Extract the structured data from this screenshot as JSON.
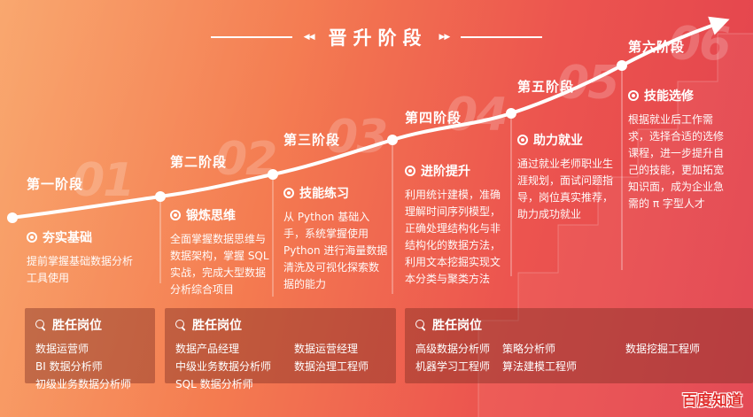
{
  "header": {
    "deco_left": "◀◀",
    "title": "晋升阶段",
    "deco_right": "▶▶"
  },
  "stages": [
    {
      "number": "01",
      "title": "第一阶段",
      "subtitle": "夯实基础",
      "desc": "提前掌握基础数据分析工具使用"
    },
    {
      "number": "02",
      "title": "第二阶段",
      "subtitle": "锻炼思维",
      "desc": "全面掌握数据思维与数据架构，掌握 SQL 实战，完成大型数据分析综合项目"
    },
    {
      "number": "03",
      "title": "第三阶段",
      "subtitle": "技能练习",
      "desc": "从 Python 基础入手，系统掌握使用 Python 进行海量数据清洗及可视化探索数据的能力"
    },
    {
      "number": "04",
      "title": "第四阶段",
      "subtitle": "进阶提升",
      "desc": "利用统计建模，准确理解时间序列模型，正确处理结构化与非结构化的数据方法，利用文本挖掘实现文本分类与聚类方法"
    },
    {
      "number": "05",
      "title": "第五阶段",
      "subtitle": "助力就业",
      "desc": "通过就业老师职业生涯规划，面试问题指导，岗位真实推荐，助力成功就业"
    },
    {
      "number": "06",
      "title": "第六阶段",
      "subtitle": "技能选修",
      "desc": "根据就业后工作需求，选择合适的选修课程，进一步提升自己的技能，更加拓宽知识面，成为企业急需的 π 字型人才"
    }
  ],
  "boxes": [
    {
      "title": "胜任岗位",
      "columns": [
        [
          "数据运营师",
          "BI 数据分析师",
          "初级业务数据分析师"
        ]
      ]
    },
    {
      "title": "胜任岗位",
      "columns": [
        [
          "数据产品经理",
          "中级业务数据分析师",
          "SQL 数据分析师"
        ],
        [
          "数据运营经理",
          "数据治理工程师"
        ]
      ]
    },
    {
      "title": "胜任岗位",
      "columns": [
        [
          "高级数据分析师",
          "机器学习工程师"
        ],
        [
          "策略分析师",
          "算法建模工程师"
        ],
        [
          "数据挖掘工程师"
        ]
      ]
    }
  ],
  "watermark": "百度知道",
  "icons": {
    "stage_marker": "target-icon",
    "box_marker": "search-icon",
    "curve_end": "arrow-right-icon"
  },
  "colors": {
    "bg_gradient_start": "#f9a164",
    "bg_gradient_end": "#e2414d",
    "box_bg": "rgba(122,44,34,0.42)",
    "curve": "#ffffff",
    "ghost_number": "rgba(255,255,255,0.20)",
    "watermark_red": "#e0312f"
  }
}
